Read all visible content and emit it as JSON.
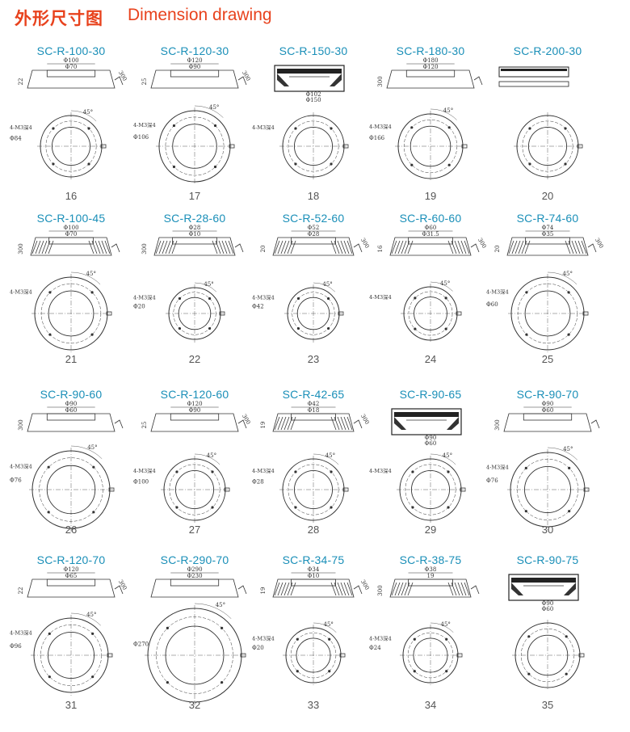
{
  "header": {
    "title_zh": "外形尺寸图",
    "title_en": "Dimension drawing"
  },
  "drawings": [
    {
      "model": "SC-R-100-30",
      "number": "16",
      "dims": [
        "Φ100",
        "Φ70",
        "22",
        "300"
      ],
      "hole_spec": "4-M3深4",
      "circle_dim": "Φ84",
      "angle": "45°",
      "style": "plain"
    },
    {
      "model": "SC-R-120-30",
      "number": "17",
      "dims": [
        "Φ120",
        "Φ90",
        "25",
        "300"
      ],
      "hole_spec": "4-M3深4",
      "circle_dim": "Φ106",
      "angle": "45°",
      "style": "plain"
    },
    {
      "model": "SC-R-150-30",
      "number": "18",
      "dims": [
        "Φ102",
        "Φ150"
      ],
      "hole_spec": "4-M3深4",
      "circle_dim": "",
      "angle": "",
      "style": "boxed"
    },
    {
      "model": "SC-R-180-30",
      "number": "19",
      "dims": [
        "Φ180",
        "Φ120",
        "300"
      ],
      "hole_spec": "4-M3深4",
      "circle_dim": "Φ166",
      "angle": "45°",
      "style": "plain"
    },
    {
      "model": "SC-R-200-30",
      "number": "20",
      "dims": [],
      "hole_spec": "",
      "circle_dim": "",
      "angle": "",
      "style": "flat"
    },
    {
      "model": "SC-R-100-45",
      "number": "21",
      "dims": [
        "Φ100",
        "Φ70",
        "300"
      ],
      "hole_spec": "4-M3深4",
      "circle_dim": "",
      "angle": "45°",
      "style": "hatched"
    },
    {
      "model": "SC-R-28-60",
      "number": "22",
      "dims": [
        "Φ28",
        "Φ10",
        "300"
      ],
      "hole_spec": "4-M3深4",
      "circle_dim": "Φ20",
      "angle": "45°",
      "style": "hatched"
    },
    {
      "model": "SC-R-52-60",
      "number": "23",
      "dims": [
        "Φ52",
        "Φ28",
        "20",
        "300"
      ],
      "hole_spec": "4-M3深4",
      "circle_dim": "Φ42",
      "angle": "45°",
      "style": "hatched"
    },
    {
      "model": "SC-R-60-60",
      "number": "24",
      "dims": [
        "Φ60",
        "Φ31.5",
        "16",
        "300"
      ],
      "hole_spec": "4-M3深4",
      "circle_dim": "",
      "angle": "45°",
      "style": "hatched"
    },
    {
      "model": "SC-R-74-60",
      "number": "25",
      "dims": [
        "Φ74",
        "Φ35",
        "20",
        "300"
      ],
      "hole_spec": "4-M3深4",
      "circle_dim": "Φ60",
      "angle": "45°",
      "style": "hatched"
    },
    {
      "model": "SC-R-90-60",
      "number": "26",
      "dims": [
        "Φ90",
        "Φ60",
        "300"
      ],
      "hole_spec": "4-M3深4",
      "circle_dim": "Φ76",
      "angle": "45°",
      "style": "plain"
    },
    {
      "model": "SC-R-120-60",
      "number": "27",
      "dims": [
        "Φ120",
        "Φ90",
        "25",
        "300"
      ],
      "hole_spec": "4-M3深4",
      "circle_dim": "Φ100",
      "angle": "45°",
      "style": "plain"
    },
    {
      "model": "SC-R-42-65",
      "number": "28",
      "dims": [
        "Φ42",
        "Φ18",
        "19",
        "300"
      ],
      "hole_spec": "4-M3深4",
      "circle_dim": "Φ28",
      "angle": "45°",
      "style": "hatched"
    },
    {
      "model": "SC-R-90-65",
      "number": "29",
      "dims": [
        "Φ90",
        "Φ60"
      ],
      "hole_spec": "4-M3深4",
      "circle_dim": "",
      "angle": "45°",
      "style": "boxed"
    },
    {
      "model": "SC-R-90-70",
      "number": "30",
      "dims": [
        "Φ90",
        "Φ60",
        "300"
      ],
      "hole_spec": "4-M3深4",
      "circle_dim": "Φ76",
      "angle": "45°",
      "style": "plain"
    },
    {
      "model": "SC-R-120-70",
      "number": "31",
      "dims": [
        "Φ120",
        "Φ65",
        "22",
        "300"
      ],
      "hole_spec": "4-M3深4",
      "circle_dim": "Φ96",
      "angle": "45°",
      "style": "plain"
    },
    {
      "model": "SC-R-290-70",
      "number": "32",
      "dims": [
        "Φ290",
        "Φ230"
      ],
      "hole_spec": "",
      "circle_dim": "Φ270",
      "angle": "45°",
      "style": "plain"
    },
    {
      "model": "SC-R-34-75",
      "number": "33",
      "dims": [
        "Φ34",
        "Φ10",
        "19",
        "300"
      ],
      "hole_spec": "4-M3深4",
      "circle_dim": "Φ20",
      "angle": "45°",
      "style": "hatched"
    },
    {
      "model": "SC-R-38-75",
      "number": "34",
      "dims": [
        "Φ38",
        "19",
        "300"
      ],
      "hole_spec": "4-M3深4",
      "circle_dim": "Φ24",
      "angle": "45°",
      "style": "hatched"
    },
    {
      "model": "SC-R-90-75",
      "number": "35",
      "dims": [
        "Φ90",
        "Φ60"
      ],
      "hole_spec": "",
      "circle_dim": "",
      "angle": "",
      "style": "boxed"
    }
  ]
}
